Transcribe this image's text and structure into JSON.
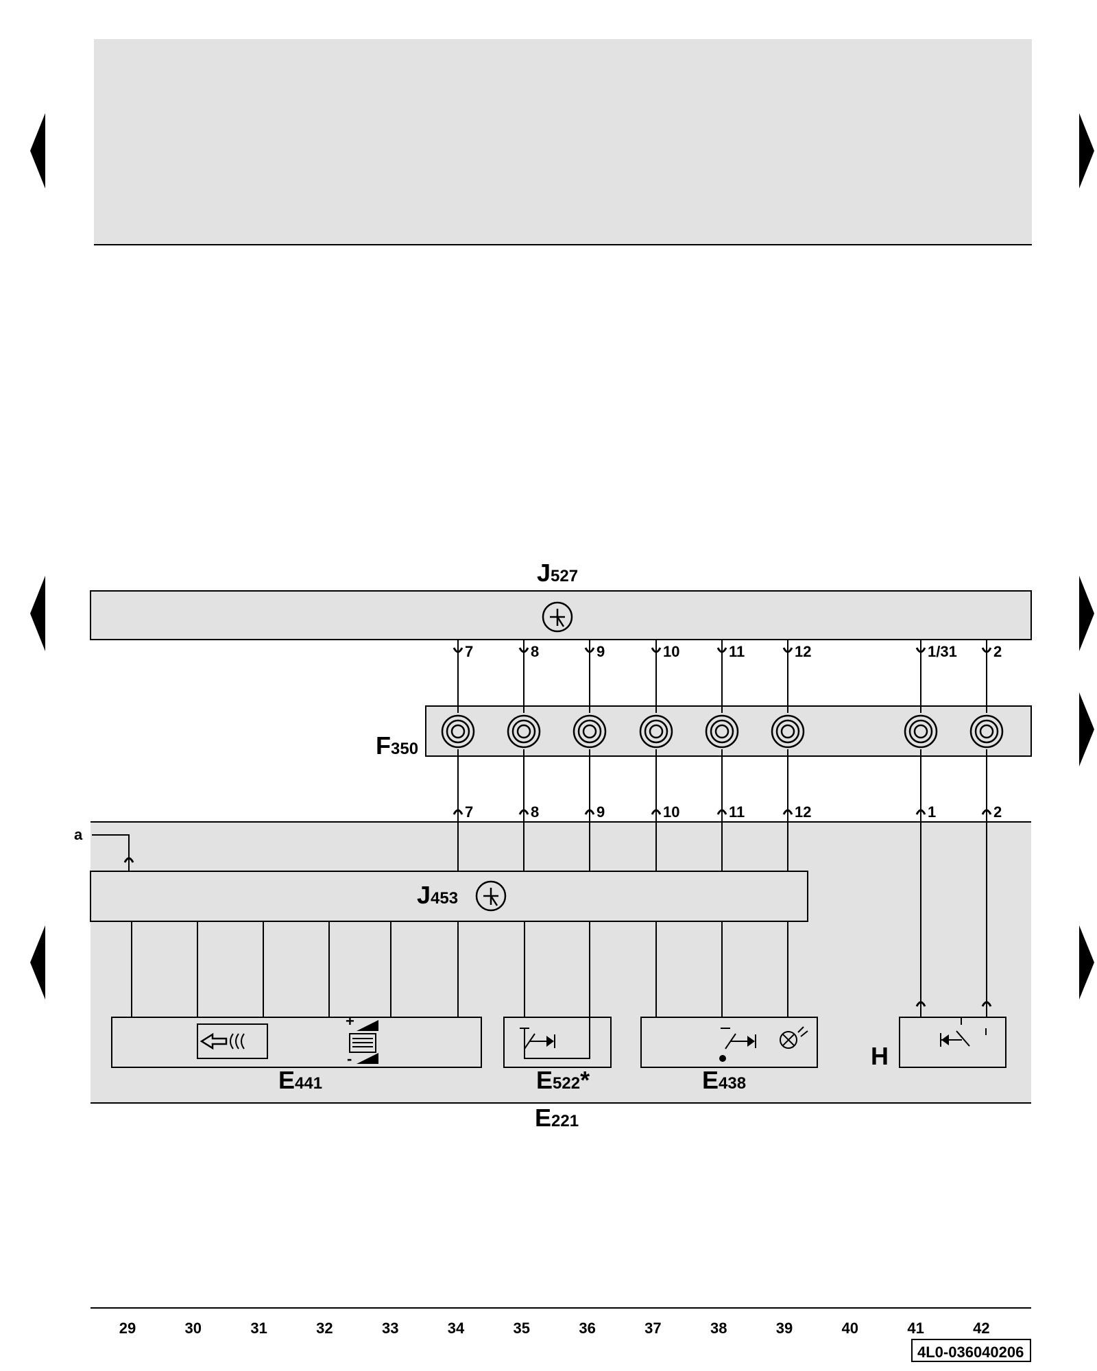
{
  "colors": {
    "panel": "#e2e2e2",
    "line": "#000000",
    "background": "#ffffff"
  },
  "labels": {
    "j527_main": "J",
    "j527_sub": "527",
    "f350_main": "F",
    "f350_sub": "350",
    "j453_main": "J",
    "j453_sub": "453",
    "e441_main": "E",
    "e441_sub": "441",
    "e522_main": "E",
    "e522_sub": "522",
    "e522_star": "*",
    "e438_main": "E",
    "e438_sub": "438",
    "e221_main": "E",
    "e221_sub": "221",
    "h": "H",
    "a": "a",
    "plus": "+",
    "minus": "-"
  },
  "connectors_top": [
    "7",
    "8",
    "9",
    "10",
    "11",
    "12",
    "1/31",
    "2"
  ],
  "connectors_bottom": [
    "7",
    "8",
    "9",
    "10",
    "11",
    "12",
    "1",
    "2"
  ],
  "column_numbers": [
    "29",
    "30",
    "31",
    "32",
    "33",
    "34",
    "35",
    "36",
    "37",
    "38",
    "39",
    "40",
    "41",
    "42"
  ],
  "part_number": "4L0-036040206",
  "icons": [
    "nav-arrow-left-icon",
    "nav-arrow-right-icon",
    "transistor-icon",
    "clock-spring-coil-icon",
    "sensor-wave-icon",
    "rocker-switch-icon",
    "push-switch-icon",
    "lamp-icon",
    "ground-icon"
  ]
}
